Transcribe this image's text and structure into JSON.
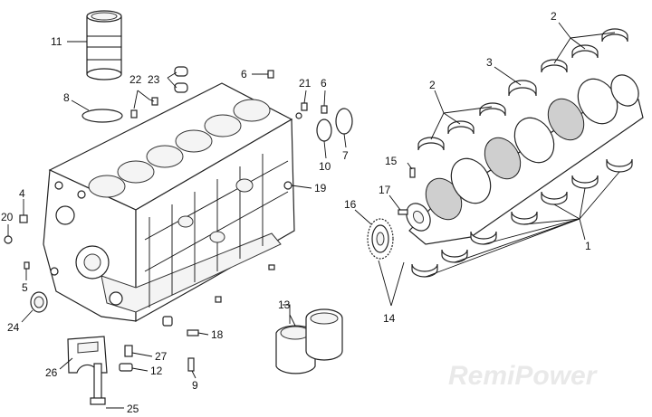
{
  "watermark": "RemiPower",
  "callouts": [
    {
      "id": "c1",
      "label": "1"
    },
    {
      "id": "c2a",
      "label": "2"
    },
    {
      "id": "c2b",
      "label": "2"
    },
    {
      "id": "c3",
      "label": "3"
    },
    {
      "id": "c4",
      "label": "4"
    },
    {
      "id": "c5",
      "label": "5"
    },
    {
      "id": "c6a",
      "label": "6"
    },
    {
      "id": "c6b",
      "label": "6"
    },
    {
      "id": "c7",
      "label": "7"
    },
    {
      "id": "c8",
      "label": "8"
    },
    {
      "id": "c9",
      "label": "9"
    },
    {
      "id": "c10",
      "label": "10"
    },
    {
      "id": "c11",
      "label": "11"
    },
    {
      "id": "c12",
      "label": "12"
    },
    {
      "id": "c13",
      "label": "13"
    },
    {
      "id": "c14",
      "label": "14"
    },
    {
      "id": "c15",
      "label": "15"
    },
    {
      "id": "c16",
      "label": "16"
    },
    {
      "id": "c17",
      "label": "17"
    },
    {
      "id": "c18",
      "label": "18"
    },
    {
      "id": "c19",
      "label": "19"
    },
    {
      "id": "c20",
      "label": "20"
    },
    {
      "id": "c21",
      "label": "21"
    },
    {
      "id": "c22",
      "label": "22"
    },
    {
      "id": "c23",
      "label": "23"
    },
    {
      "id": "c24",
      "label": "24"
    },
    {
      "id": "c25",
      "label": "25"
    },
    {
      "id": "c26",
      "label": "26"
    },
    {
      "id": "c27",
      "label": "27"
    }
  ]
}
